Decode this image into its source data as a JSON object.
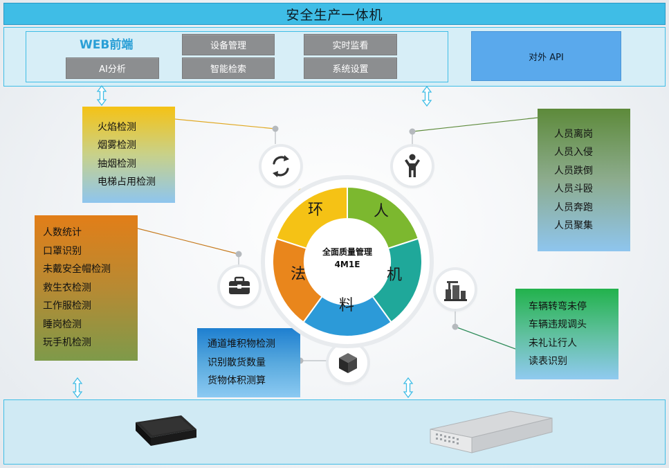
{
  "header": {
    "title": "安全生产一体机"
  },
  "web_frontend": {
    "title": "WEB前端",
    "modules": [
      "设备管理",
      "实时监看",
      "AI分析",
      "智能检索",
      "系统设置"
    ]
  },
  "external_api": {
    "label": "对外 API"
  },
  "center": {
    "title": "全面质量管理",
    "subtitle": "4M1E",
    "segments": [
      "环",
      "人",
      "机",
      "料",
      "法"
    ]
  },
  "categories": {
    "environment": {
      "items": [
        "火焰检测",
        "烟雾检测",
        "抽烟检测",
        "电梯占用检测"
      ]
    },
    "person": {
      "items": [
        "人员离岗",
        "人员入侵",
        "人员跌倒",
        "人员斗殴",
        "人员奔跑",
        "人员聚集"
      ]
    },
    "rule": {
      "items": [
        "人数统计",
        "口罩识别",
        "未戴安全帽检测",
        "救生衣检测",
        "工作服检测",
        "睡岗检测",
        "玩手机检测"
      ]
    },
    "machine": {
      "items": [
        "车辆转弯未停",
        "车辆违规调头",
        "未礼让行人",
        "读表识别"
      ]
    },
    "material": {
      "items": [
        "通道堆积物检测",
        "识别散货数量",
        "货物体积测算"
      ]
    }
  },
  "icons": {
    "environment": "recycle-icon",
    "person": "person-icon",
    "machine": "machine-icon",
    "material": "cube-icon",
    "rule": "toolbox-icon"
  },
  "colors": {
    "header": "#3fbde6",
    "environment": "#f5c215",
    "person": "#7cb82f",
    "machine": "#1fa89a",
    "material": "#2c9ad8",
    "rule": "#e9861c",
    "api": "#5aa9ec"
  }
}
